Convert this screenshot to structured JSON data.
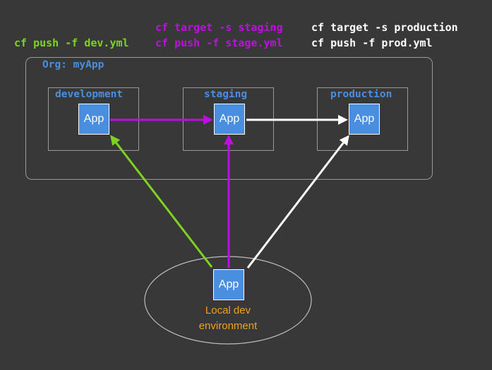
{
  "commands": {
    "dev": {
      "push": "cf push -f dev.yml"
    },
    "staging": {
      "target": "cf target -s staging",
      "push": "cf push -f stage.yml"
    },
    "production": {
      "target": "cf target -s production",
      "push": "cf push -f prod.yml"
    }
  },
  "org": {
    "label": "Org: myApp"
  },
  "spaces": {
    "development": {
      "label": "development",
      "app": "App"
    },
    "staging": {
      "label": "staging",
      "app": "App"
    },
    "production": {
      "label": "production",
      "app": "App"
    }
  },
  "local": {
    "app": "App",
    "label_line1": "Local dev",
    "label_line2": "environment"
  },
  "colors": {
    "background": "#383838",
    "dev": "#7ed321",
    "staging": "#bd10e0",
    "production": "#ffffff",
    "app": "#4a8ee0",
    "label": "#4a8ee0",
    "local_label": "#f0a020"
  }
}
